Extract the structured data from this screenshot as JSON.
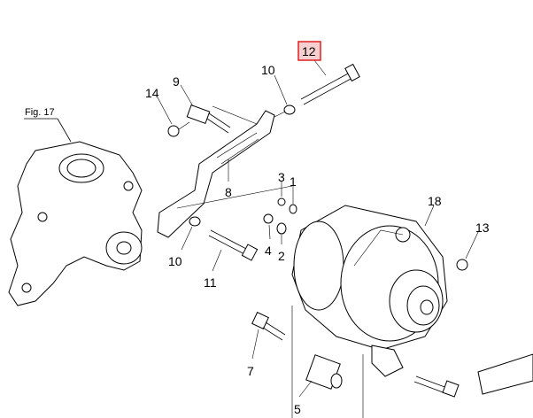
{
  "figure_ref": "Fig. 17",
  "highlight_color": "#e02020",
  "callouts": {
    "c12": "12",
    "c10a": "10",
    "c9": "9",
    "c14": "14",
    "c8": "8",
    "c3": "3",
    "c1": "1",
    "c18": "18",
    "c13": "13",
    "c10b": "10",
    "c11": "11",
    "c4": "4",
    "c2": "2",
    "c7": "7",
    "c5": "5"
  }
}
